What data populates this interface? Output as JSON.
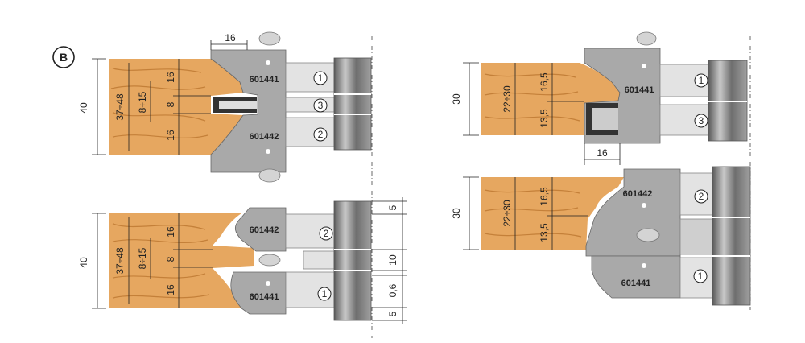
{
  "variant_label": "B",
  "top_left": {
    "top_dim": "16",
    "height": "40",
    "range_outer": "37÷48",
    "range_inner": "8÷15",
    "d1": "16",
    "d2": "8",
    "d3": "16",
    "code_top": "601441",
    "code_bottom": "601442",
    "n1": "1",
    "n2": "3",
    "n3": "2"
  },
  "bottom_left": {
    "height": "40",
    "range_outer": "37÷48",
    "range_inner": "8÷15",
    "d1": "16",
    "d2": "8",
    "d3": "16",
    "code_top": "601442",
    "code_bottom": "601441",
    "n1": "2",
    "n2": "1",
    "spacer1": "5",
    "spacer2": "10",
    "spacer3": "0,6",
    "spacer4": "5"
  },
  "top_right": {
    "height": "30",
    "range": "22÷30",
    "d1": "16,5",
    "d2": "13,5",
    "code": "601441",
    "n1": "1",
    "n2": "3",
    "bottom_dim": "16"
  },
  "bottom_right": {
    "height": "30",
    "range": "22÷30",
    "d1": "16,5",
    "d2": "13,5",
    "code_top": "601442",
    "code_bottom": "601441",
    "n1": "2",
    "n2": "1"
  }
}
